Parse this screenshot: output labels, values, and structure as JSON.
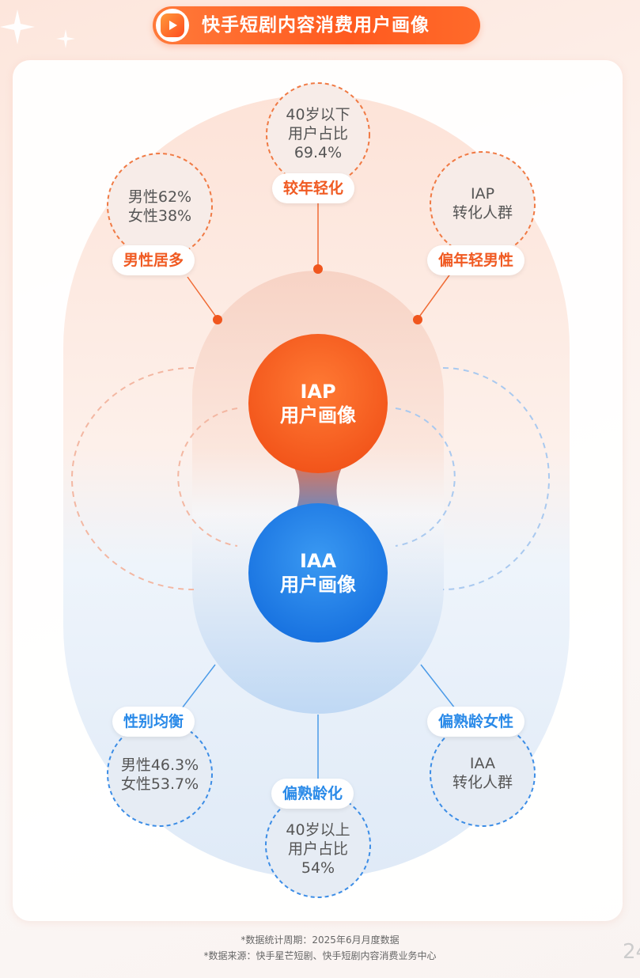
{
  "header": {
    "title": "快手短剧内容消费用户画像"
  },
  "iap": {
    "core": {
      "line1": "IAP",
      "line2": "用户画像"
    },
    "young": {
      "tag": "较年轻化",
      "line1": "40岁以下",
      "line2": "用户占比",
      "line3": "69.4%"
    },
    "male": {
      "tag": "男性居多",
      "line1": "男性62%",
      "line2": "女性38%"
    },
    "young_male": {
      "tag": "偏年轻男性",
      "line1": "IAP",
      "line2": "转化人群"
    }
  },
  "iaa": {
    "core": {
      "line1": "IAA",
      "line2": "用户画像"
    },
    "gender": {
      "tag": "性别均衡",
      "line1": "男性46.3%",
      "line2": "女性53.7%"
    },
    "mature": {
      "tag": "偏熟龄化",
      "line1": "40岁以上",
      "line2": "用户占比",
      "line3": "54%"
    },
    "mature_female": {
      "tag": "偏熟龄女性",
      "line1": "IAA",
      "line2": "转化人群"
    }
  },
  "footnotes": {
    "period": "*数据统计周期：2025年6月月度数据",
    "source": "*数据来源：快手星芒短剧、快手短剧内容消费业务中心"
  },
  "page_number": "24",
  "colors": {
    "orange": "#ff5a1f",
    "blue": "#1e7fe6",
    "tag_orange": "#f05a22",
    "tag_blue": "#2a8ae8"
  }
}
